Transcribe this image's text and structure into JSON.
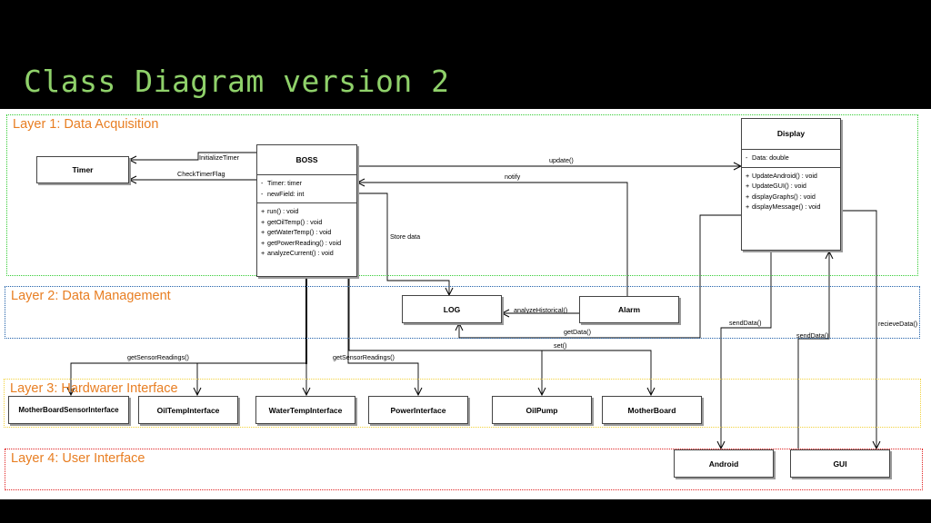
{
  "slide": {
    "title": "Class Diagram version 2",
    "title_color": "#8fd16a",
    "background": "#000000"
  },
  "layers": [
    {
      "id": "layer1",
      "label": "Layer 1: Data Acquisition",
      "border_color": "#33cc33",
      "label_color": "#e87e22"
    },
    {
      "id": "layer2",
      "label": "Layer 2: Data Management",
      "border_color": "#1f5fa8",
      "label_color": "#e87e22"
    },
    {
      "id": "layer3",
      "label": "Layer 3: Hardwarer Interface",
      "border_color": "#f2d23c",
      "label_color": "#e87e22"
    },
    {
      "id": "layer4",
      "label": "Layer 4: User Interface",
      "border_color": "#e02020",
      "label_color": "#e87e22"
    }
  ],
  "classes": {
    "timer": {
      "name": "Timer"
    },
    "boss": {
      "name": "BOSS",
      "attributes": [
        {
          "vis": "-",
          "text": "Timer: timer"
        },
        {
          "vis": "-",
          "text": "newField: int"
        }
      ],
      "operations": [
        {
          "vis": "+",
          "text": "run() : void"
        },
        {
          "vis": "+",
          "text": "getOilTemp() : void"
        },
        {
          "vis": "+",
          "text": "getWaterTemp() : void"
        },
        {
          "vis": "+",
          "text": "getPowerReading() : void"
        },
        {
          "vis": "+",
          "text": "analyzeCurrent() : void"
        }
      ]
    },
    "display": {
      "name": "Display",
      "attributes": [
        {
          "vis": "-",
          "text": "Data: double"
        }
      ],
      "operations": [
        {
          "vis": "+",
          "text": "UpdateAndroid() : void"
        },
        {
          "vis": "+",
          "text": "UpdateGUI() : void"
        },
        {
          "vis": "+",
          "text": "displayGraphs() : void"
        },
        {
          "vis": "+",
          "text": "displayMessage() : void"
        }
      ]
    },
    "log": {
      "name": "LOG"
    },
    "alarm": {
      "name": "Alarm"
    },
    "motherboard_sensor": {
      "name": "MotherBoardSensorInterface"
    },
    "oiltemp": {
      "name": "OilTempInterface"
    },
    "watertemp": {
      "name": "WaterTempInterface"
    },
    "power": {
      "name": "PowerInterface"
    },
    "oilpump": {
      "name": "OilPump"
    },
    "motherboard": {
      "name": "MotherBoard"
    },
    "android": {
      "name": "Android"
    },
    "gui": {
      "name": "GUI"
    }
  },
  "connectors": {
    "initialize_timer": "InitializeTimer",
    "check_timer_flag": "CheckTimerFlag",
    "update": "update()",
    "notify": "notify",
    "store_data": "Store data",
    "analyze_historical": "analyzeHistorical()",
    "get_data": "getData()",
    "set": "set()",
    "get_sensor_readings_left": "getSensorReadings()",
    "get_sensor_readings_right": "getSensorReadings()",
    "send_data_android": "sendData()",
    "send_data_gui": "sendData()",
    "recieve_data": "recieveData()"
  }
}
